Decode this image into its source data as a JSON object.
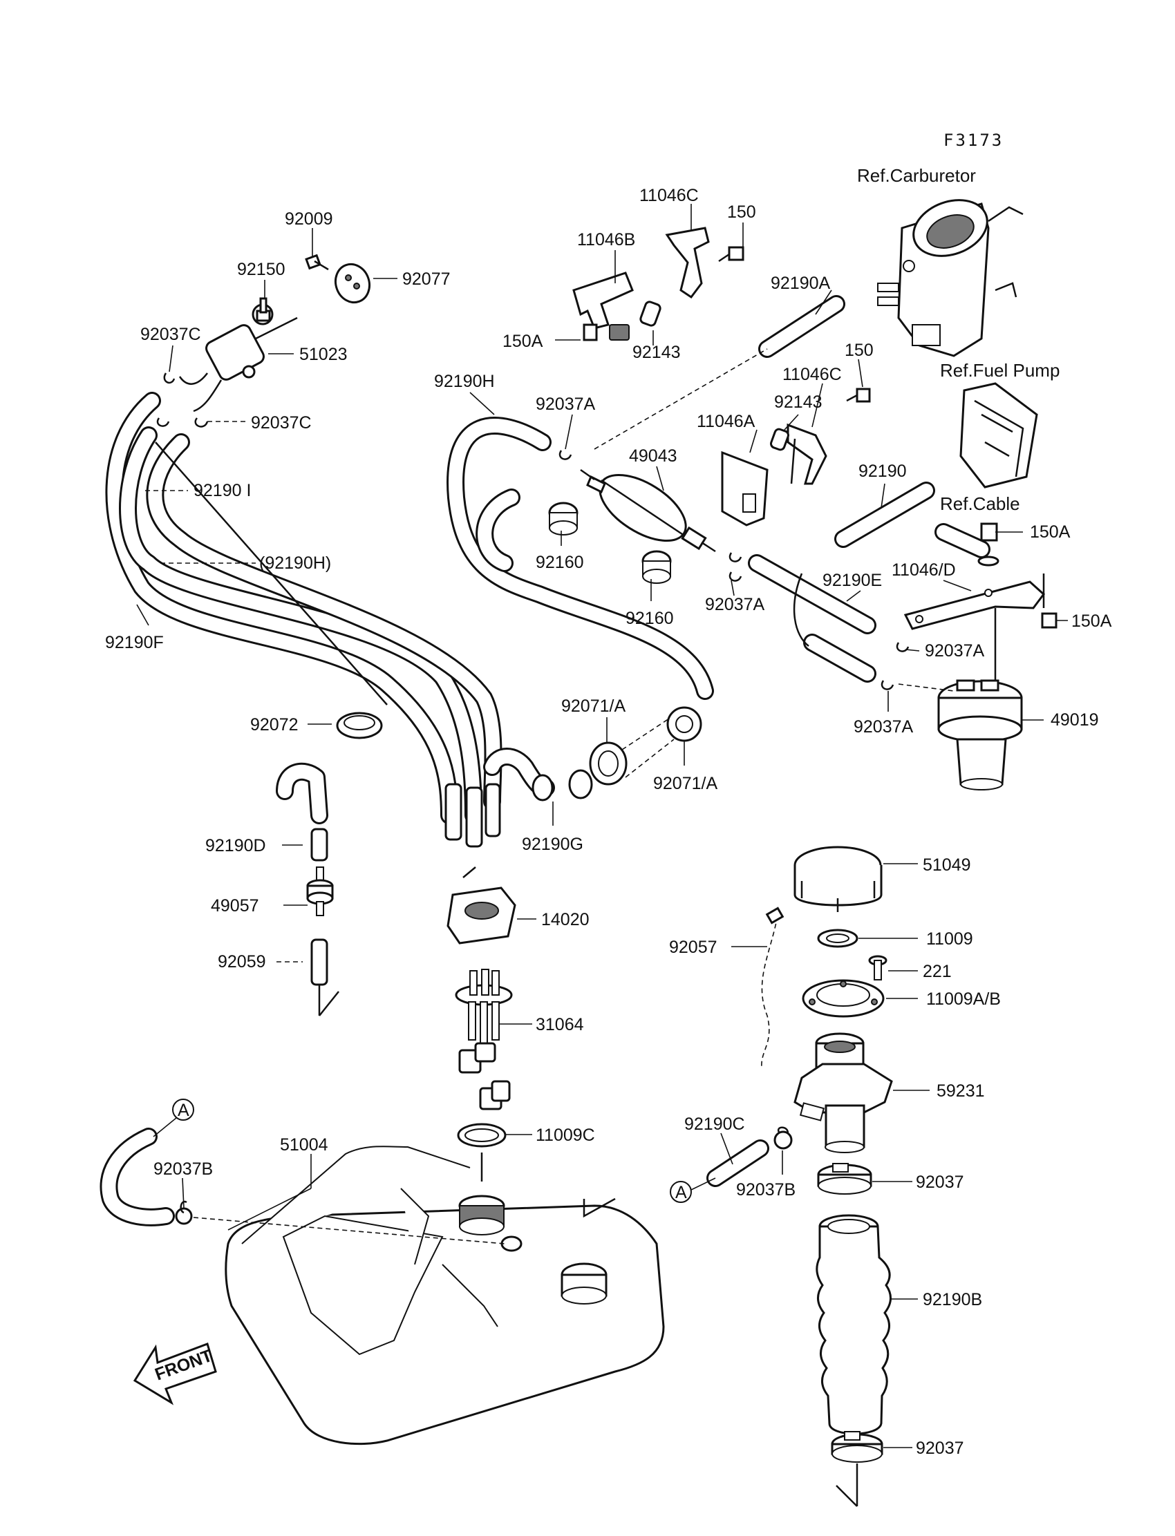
{
  "figure_id": "F3173",
  "front_label": "FRONT",
  "reference_marker": "A",
  "references": {
    "carburetor": "Ref.Carburetor",
    "fuel_pump": "Ref.Fuel Pump",
    "cable": "Ref.Cable"
  },
  "parts": {
    "p92009": "92009",
    "p92150": "92150",
    "p92077": "92077",
    "p92037c_top": "92037C",
    "p51023": "51023",
    "p92037c_mid": "92037C",
    "p11046c_top": "11046C",
    "p150_top": "150",
    "p11046b": "11046B",
    "p150a_top": "150A",
    "p92143_top": "92143",
    "p92190a": "92190A",
    "p150_mid": "150",
    "p11046c_mid": "11046C",
    "p92143_mid": "92143",
    "p11046a": "11046A",
    "p92190h": "92190H",
    "p92037a_top": "92037A",
    "p49043": "49043",
    "p92160_top": "92160",
    "p92160_bot": "92160",
    "p92190i": "92190 I",
    "p92190h_ref": "(92190H)",
    "p92190f": "92190F",
    "p92190": "92190",
    "p150a_right": "150A",
    "p11046d": "11046/D",
    "p92190e": "92190E",
    "p92037a_mid": "92037A",
    "p150a_right2": "150A",
    "p92037a_right": "92037A",
    "p92037a_bot": "92037A",
    "p49019": "49019",
    "p92072": "92072",
    "p92071a_top": "92071/A",
    "p92071a_bot": "92071/A",
    "p92190g": "92190G",
    "p92190d": "92190D",
    "p49057": "49057",
    "p92059": "92059",
    "p14020": "14020",
    "p31064": "31064",
    "p11009c": "11009C",
    "p51004": "51004",
    "p92037b_left": "92037B",
    "p51049": "51049",
    "p11009": "11009",
    "p221": "221",
    "p11009ab": "11009A/B",
    "p92057": "92057",
    "p59231": "59231",
    "p92190c": "92190C",
    "p92037b_right": "92037B",
    "p92037_top": "92037",
    "p92190b": "92190B",
    "p92037_bot": "92037"
  },
  "colors": {
    "ink": "#111111",
    "paper": "#ffffff",
    "shade": "#777777"
  }
}
